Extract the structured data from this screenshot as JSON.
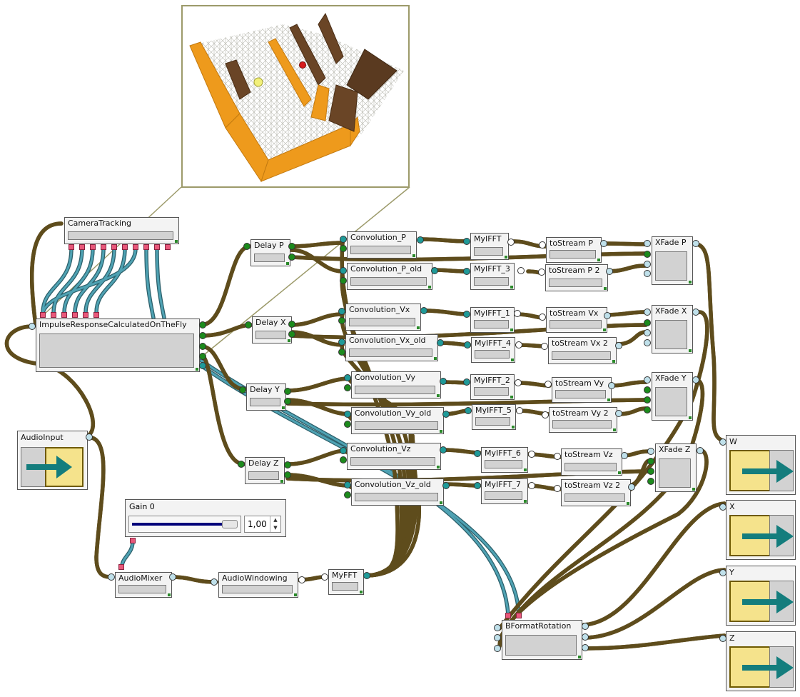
{
  "nodes": {
    "camera_tracking": "CameraTracking",
    "impulse_response": "ImpulseResponseCalculatedOnTheFly",
    "audio_input": "AudioInput",
    "gain": "Gain 0",
    "gain_value": "1,00",
    "audio_mixer": "AudioMixer",
    "audio_windowing": "AudioWindowing",
    "my_fft": "MyFFT",
    "delay_p": "Delay P",
    "delay_x": "Delay X",
    "delay_y": "Delay Y",
    "delay_z": "Delay Z",
    "conv_p": "Convolution_P",
    "conv_p_old": "Convolution_P_old",
    "conv_vx": "Convolution_Vx",
    "conv_vx_old": "Convolution_Vx_old",
    "conv_vy": "Convolution_Vy",
    "conv_vy_old": "Convolution_Vy_old",
    "conv_vz": "Convolution_Vz",
    "conv_vz_old": "Convolution_Vz_old",
    "ifft": "MyIFFT",
    "ifft_1": "MyIFFT_1",
    "ifft_2": "MyIFFT_2",
    "ifft_3": "MyIFFT_3",
    "ifft_4": "MyIFFT_4",
    "ifft_5": "MyIFFT_5",
    "ifft_6": "MyIFFT_6",
    "ifft_7": "MyIFFT_7",
    "tostream_p": "toStream P",
    "tostream_p2": "toStream P 2",
    "tostream_vx": "toStream Vx",
    "tostream_vx2": "toStream Vx 2",
    "tostream_vy": "toStream Vy",
    "tostream_vy2": "toStream Vy 2",
    "tostream_vz": "toStream Vz",
    "tostream_vz2": "toStream Vz 2",
    "xfade_p": "XFade P",
    "xfade_x": "XFade X",
    "xfade_y": "XFade Y",
    "xfade_z": "XFade Z",
    "bformat": "BFormatRotation",
    "out_w": "W",
    "out_x": "X",
    "out_y": "Y",
    "out_z": "Z"
  },
  "colors": {
    "wire_audio": "#9c8640",
    "wire_control": "#3f8e9e",
    "arrow": "#147d7d",
    "pad": "#f5e38c",
    "wall": "#ee9a1c"
  }
}
